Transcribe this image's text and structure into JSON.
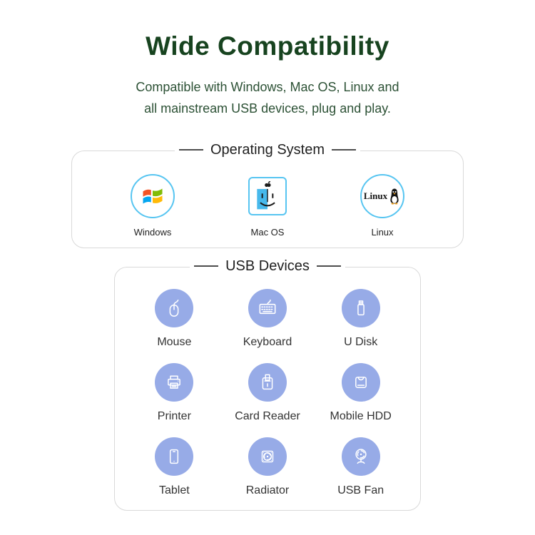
{
  "page": {
    "title": "Wide Compatibility",
    "subtitle_line1": "Compatible with Windows, Mac OS, Linux and",
    "subtitle_line2": "all mainstream USB devices, plug and play."
  },
  "os_section": {
    "title": "Operating System",
    "items": [
      {
        "label": "Windows",
        "icon": "windows-logo-icon"
      },
      {
        "label": "Mac OS",
        "icon": "macos-finder-icon"
      },
      {
        "label": "Linux",
        "icon": "linux-tux-icon",
        "icon_text": "Linux"
      }
    ]
  },
  "usb_section": {
    "title": "USB Devices",
    "items": [
      {
        "label": "Mouse",
        "icon": "mouse-icon"
      },
      {
        "label": "Keyboard",
        "icon": "keyboard-icon"
      },
      {
        "label": "U Disk",
        "icon": "udisk-icon"
      },
      {
        "label": "Printer",
        "icon": "printer-icon"
      },
      {
        "label": "Card Reader",
        "icon": "card-reader-icon"
      },
      {
        "label": "Mobile HDD",
        "icon": "mobile-hdd-icon"
      },
      {
        "label": "Tablet",
        "icon": "tablet-icon"
      },
      {
        "label": "Radiator",
        "icon": "radiator-icon"
      },
      {
        "label": "USB Fan",
        "icon": "usb-fan-icon"
      }
    ]
  },
  "colors": {
    "title_green": "#17431f",
    "subtitle_green": "#2c5135",
    "device_circle_blue": "#97abe7",
    "os_ring_blue": "#57c5f1",
    "panel_border_gray": "#d9d9d9",
    "windows_red": "#f35325",
    "windows_green": "#81bc06",
    "windows_blue": "#05a6f0",
    "windows_yellow": "#ffba08"
  }
}
